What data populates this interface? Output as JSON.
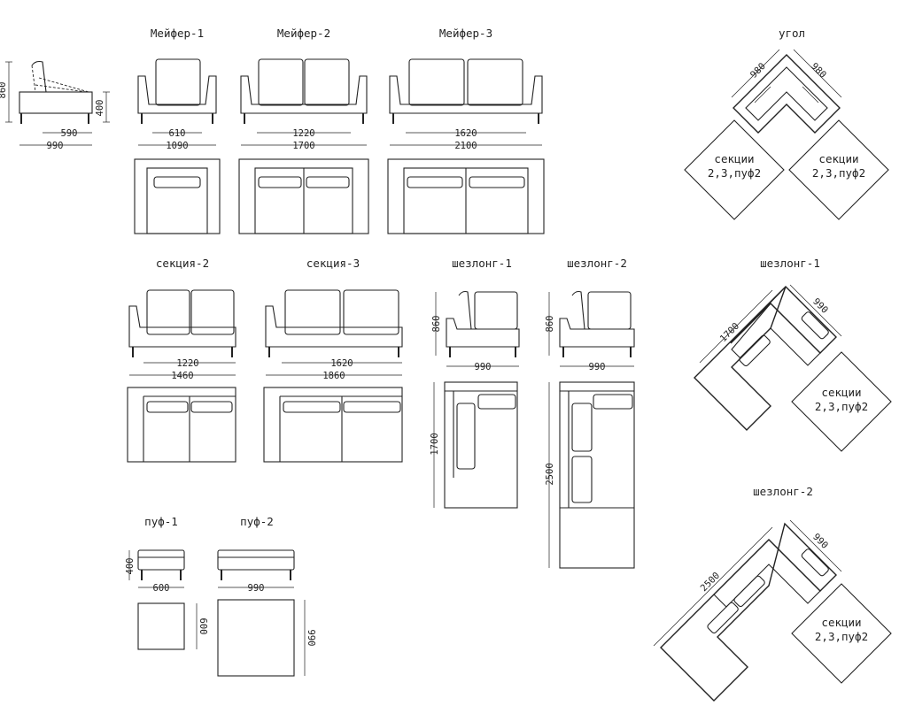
{
  "models": {
    "mayfair_1": "Мейфер-1",
    "mayfair_2": "Мейфер-2",
    "mayfair_3": "Мейфер-3",
    "corner": "угол",
    "section_2": "секция-2",
    "section_3": "секция-3",
    "chaise_1": "шезлонг-1",
    "chaise_2": "шезлонг-2",
    "chaise_1_corner": "шезлонг-1",
    "chaise_2_corner": "шезлонг-2",
    "pouf_1": "пуф-1",
    "pouf_2": "пуф-2"
  },
  "dims": {
    "side_height": "860",
    "side_seat": "400",
    "side_depth_inner": "590",
    "side_depth": "990",
    "m1_seat": "610",
    "m1_width": "1090",
    "m2_seat": "1220",
    "m2_width": "1700",
    "m3_seat": "1620",
    "m3_width": "2100",
    "corner_left": "980",
    "corner_right": "980",
    "s2_seat": "1220",
    "s2_width": "1460",
    "s3_seat": "1620",
    "s3_width": "1860",
    "ch1_height": "860",
    "ch1_width": "990",
    "ch1_length": "1700",
    "ch2_height": "860",
    "ch2_width": "990",
    "ch2_length": "2500",
    "p1_height": "400",
    "p1_width": "600",
    "p1_depth": "600",
    "p2_width": "990",
    "p2_depth": "990",
    "cc1_length": "1700",
    "cc1_width": "990",
    "cc2_length": "2500",
    "cc2_width": "990"
  },
  "sections": {
    "line1": "секции",
    "line2": "2,3,пуф2"
  }
}
